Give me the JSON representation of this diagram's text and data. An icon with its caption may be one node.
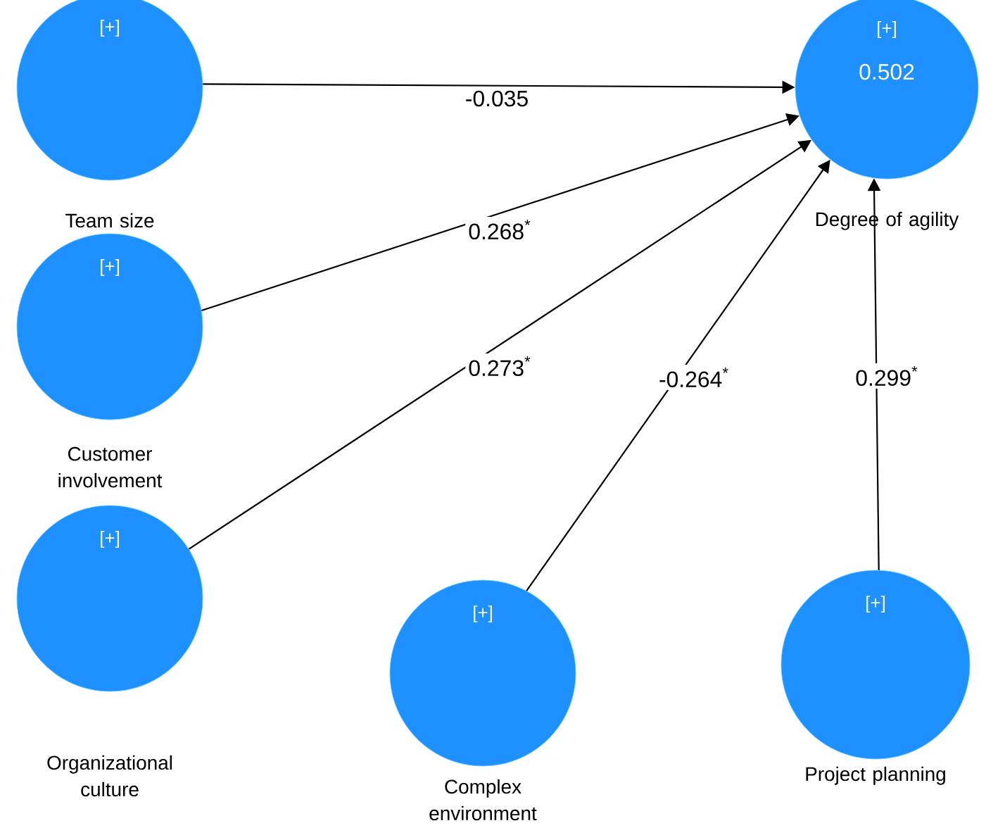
{
  "diagram": {
    "nodes": [
      {
        "text": [
          "[+]",
          "Team size"
        ]
      },
      {
        "text": [
          "[+]",
          "0.502",
          "Degree of agility"
        ]
      },
      {
        "text": [
          "[+]",
          "Customer involvement"
        ]
      },
      {
        "text": [
          "[+]",
          "Organizational culture"
        ]
      },
      {
        "text": [
          "[+]",
          "Complex environment"
        ]
      },
      {
        "text": [
          "[+]",
          "Project planning"
        ]
      }
    ],
    "edges": [
      {
        "from": 0,
        "to": 1,
        "arrow": "to",
        "label": "-0.035"
      },
      {
        "from": 2,
        "to": 1,
        "arrow": "to",
        "label": "0.268$^{*}$"
      },
      {
        "from": 3,
        "to": 1,
        "arrow": "to",
        "label": "0.273$^{*}$"
      },
      {
        "from": 4,
        "to": 1,
        "arrow": "to",
        "label": "-0.264$^{*}$"
      },
      {
        "from": 5,
        "to": 1,
        "arrow": "to",
        "label": "0.299$^{*}$"
      }
    ]
  }
}
